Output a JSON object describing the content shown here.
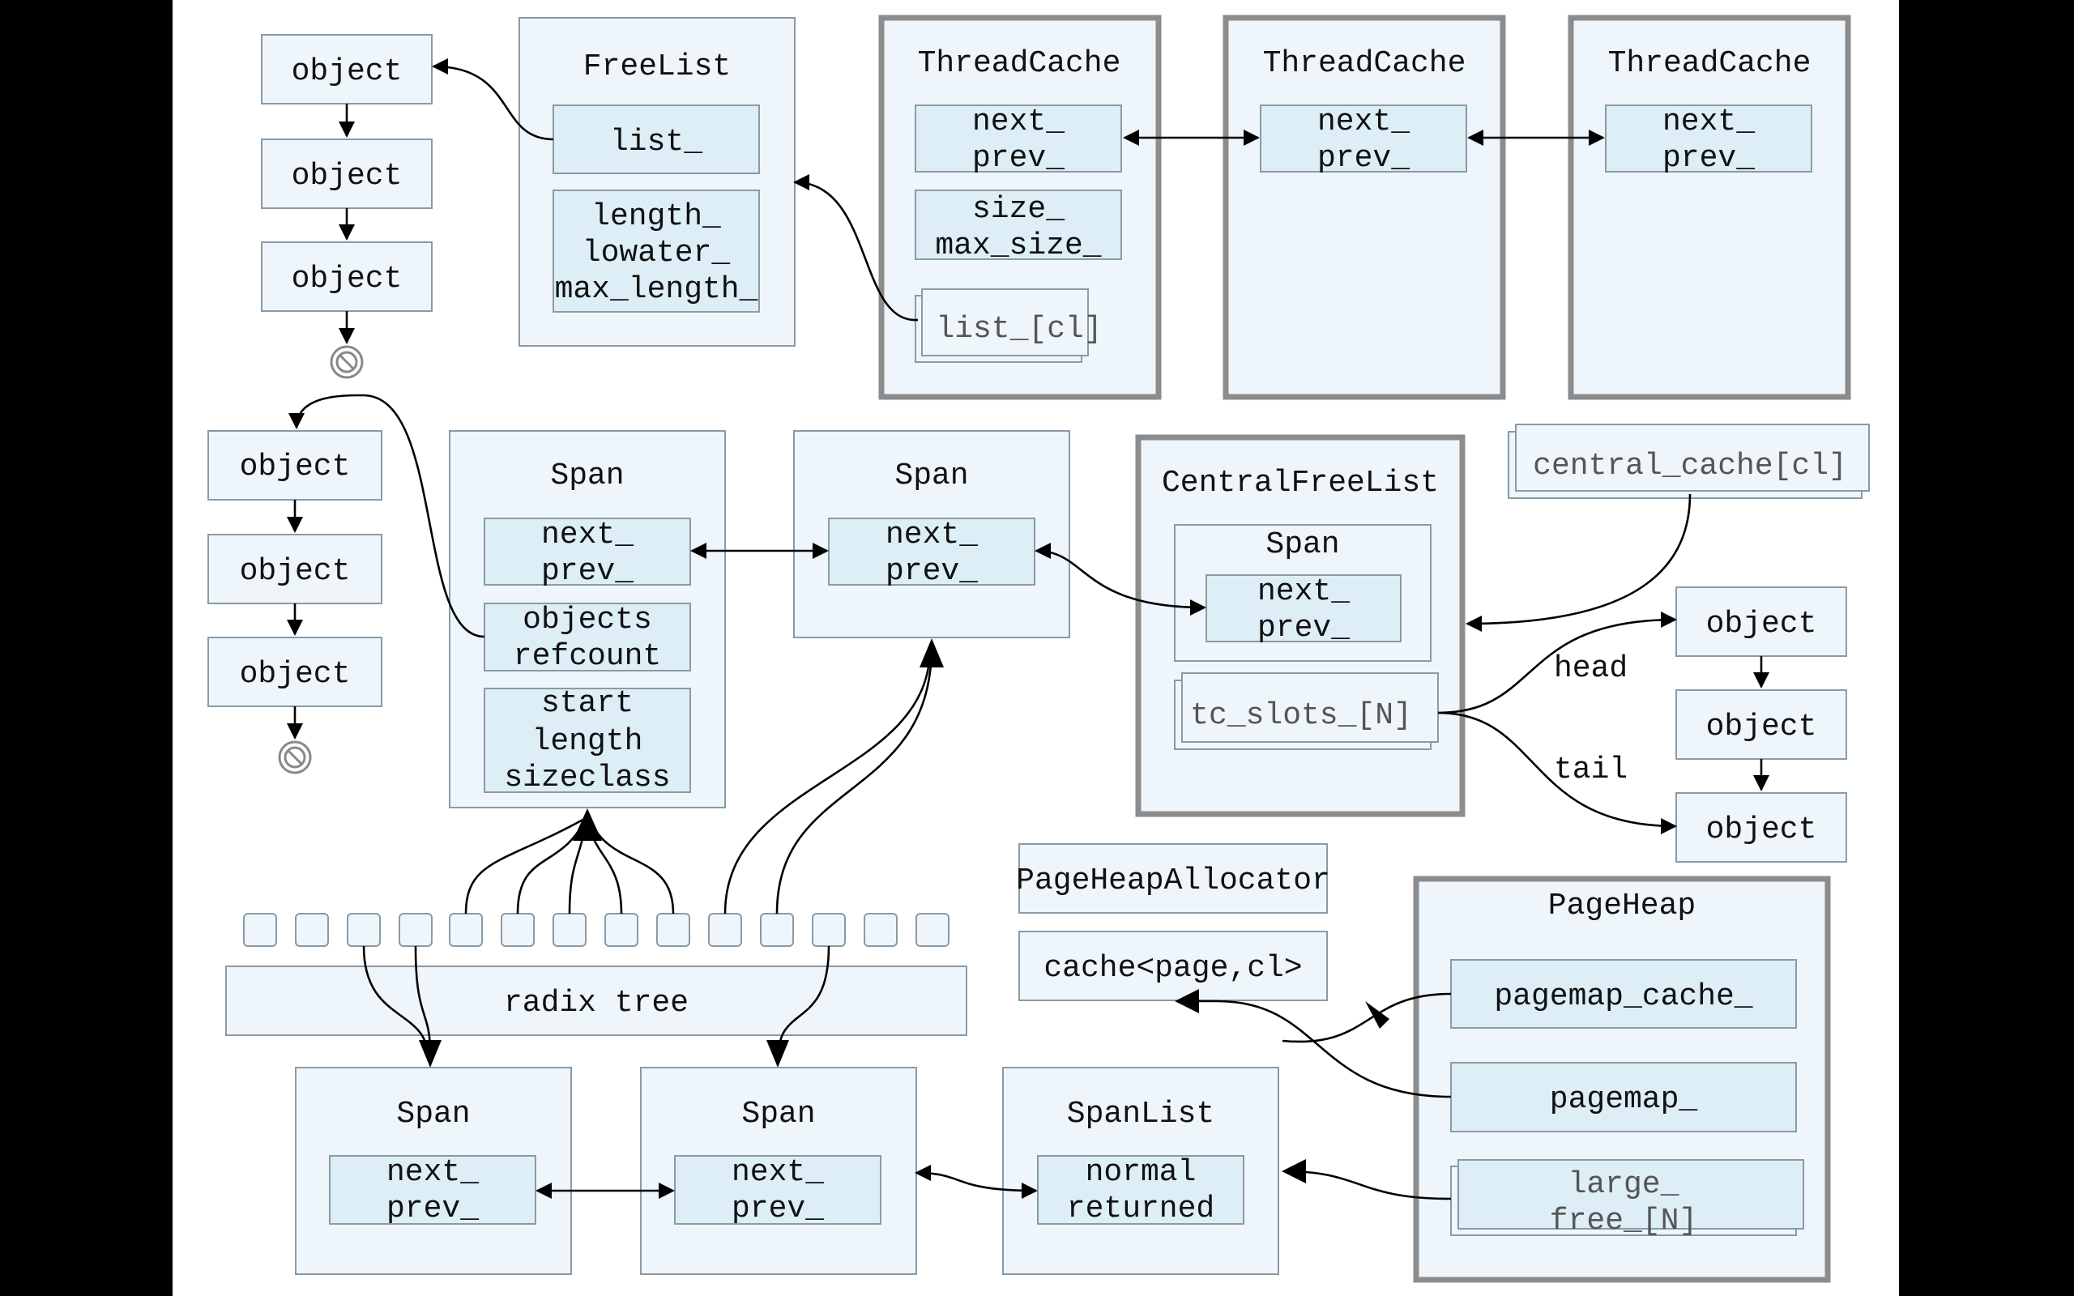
{
  "labels": {
    "object": "object",
    "freelist_title": "FreeList",
    "list_field": "list_",
    "length_field": "length_",
    "lowater_field": "lowater_",
    "max_length_field": "max_length_",
    "threadcache_title": "ThreadCache",
    "next_field": "next_",
    "prev_field": "prev_",
    "size_field": "size_",
    "max_size_field": "max_size_",
    "list_cl_field": "list_[cl]",
    "span_title": "Span",
    "objects_field": "objects",
    "refcount_field": "refcount",
    "start_field": "start",
    "length_word": "length",
    "sizeclass_field": "sizeclass",
    "centralfreelist_title": "CentralFreeList",
    "tc_slots_field": "tc_slots_[N]",
    "central_cache_field": "central_cache[cl]",
    "head_label": "head",
    "tail_label": "tail",
    "pageheapallocator_label": "PageHeapAllocator",
    "cache_label": "cache<page,cl>",
    "pageheap_title": "PageHeap",
    "pagemap_cache_field": "pagemap_cache_",
    "pagemap_field": "pagemap_",
    "large_field": "large_",
    "free_n_field": "free_[N]",
    "radix_tree_label": "radix tree",
    "spanlist_title": "SpanList",
    "normal_field": "normal",
    "returned_field": "returned"
  },
  "colors": {
    "box_fill": "#eef6fb",
    "field_fill": "#ddeef7",
    "border": "#8a9aa6",
    "thick_border": "#8c8c8c"
  },
  "icons": [
    "null-terminator-icon"
  ]
}
